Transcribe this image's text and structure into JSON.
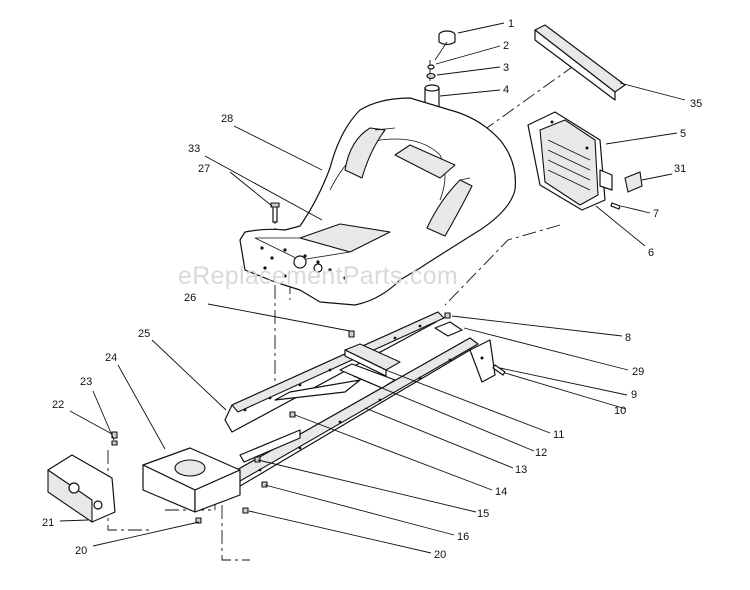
{
  "watermark": "eReplacementParts.com",
  "callouts": [
    "1",
    "2",
    "3",
    "4",
    "5",
    "6",
    "7",
    "8",
    "9",
    "10",
    "11",
    "12",
    "13",
    "14",
    "15",
    "16",
    "20",
    "20",
    "21",
    "22",
    "23",
    "24",
    "25",
    "26",
    "27",
    "28",
    "29",
    "31",
    "33",
    "35"
  ],
  "colors": {
    "line": "#111111",
    "watermark": "#d9d9d9",
    "background": "#ffffff"
  }
}
